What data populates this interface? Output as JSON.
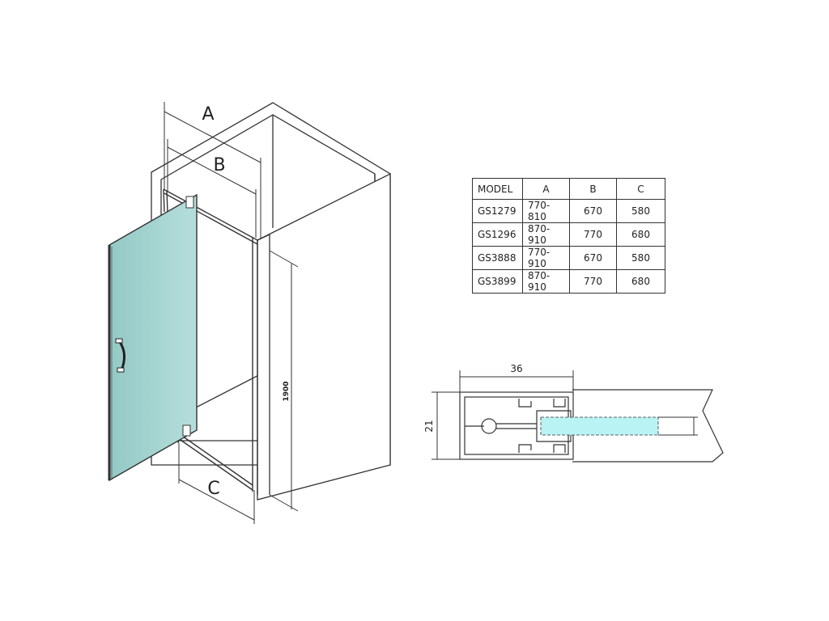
{
  "dimensions": {
    "a_label": "A",
    "b_label": "B",
    "c_label": "C",
    "height_value": "1900",
    "profile_width": "36",
    "profile_depth": "21"
  },
  "table": {
    "headers": [
      "MODEL",
      "A",
      "B",
      "C"
    ],
    "rows": [
      [
        "GS1279",
        "770-810",
        "670",
        "580"
      ],
      [
        "GS1296",
        "870-910",
        "770",
        "680"
      ],
      [
        "GS3888",
        "770-910",
        "670",
        "580"
      ],
      [
        "GS3899",
        "870-910",
        "770",
        "680"
      ]
    ]
  },
  "colors": {
    "glass": "#a9d6d2",
    "glass_profile": "#b9f3f3",
    "line": "#333333"
  }
}
